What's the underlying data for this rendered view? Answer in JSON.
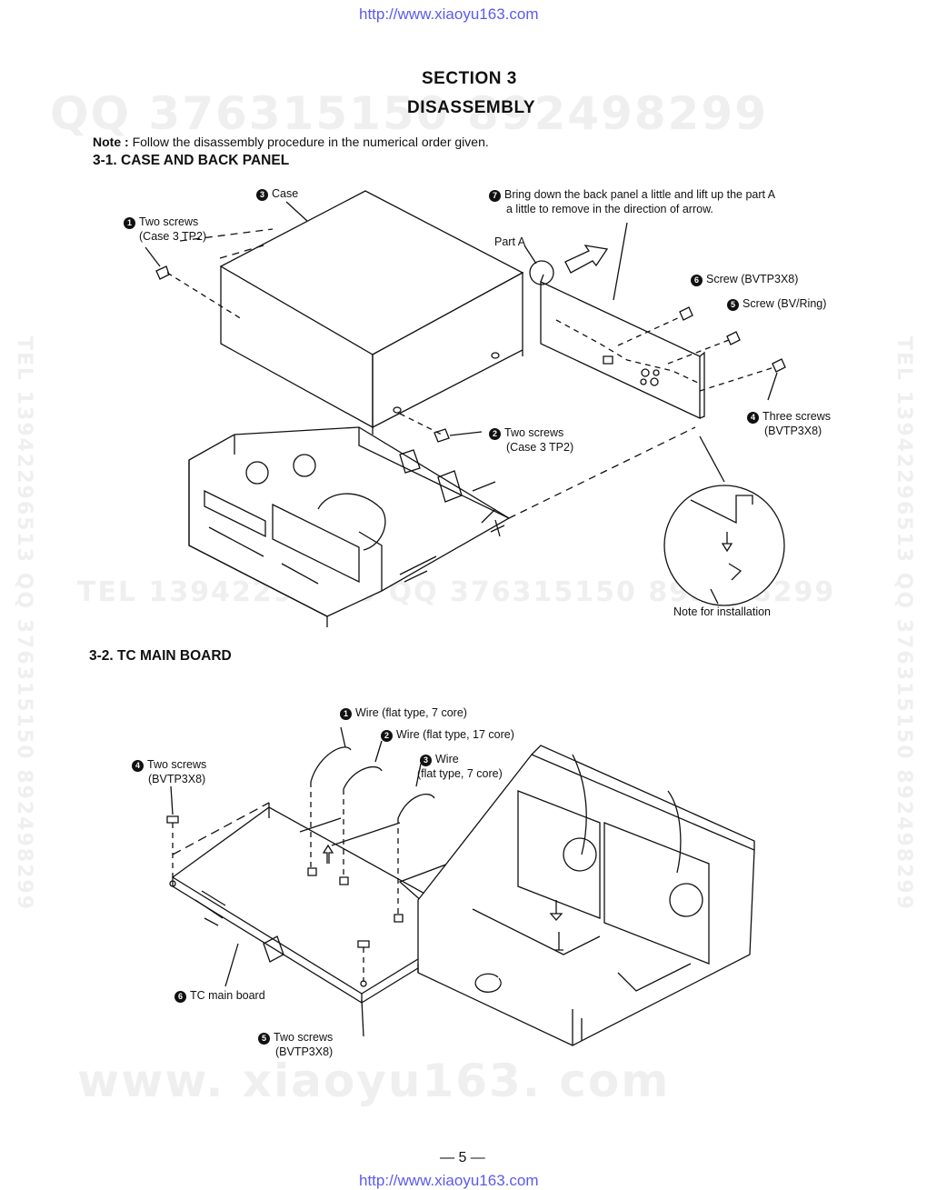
{
  "header_url": "http://www.xiaoyu163.com",
  "footer_url": "http://www.xiaoyu163.com",
  "watermarks": {
    "top": "QQ 376315150   892498299",
    "middle": "TEL 13942296513    QQ 376315150   892498299",
    "bottom": "www. xiaoyu163. com",
    "side": "TEL 13942296513  QQ 376315150  892498299"
  },
  "section": {
    "line1": "SECTION  3",
    "line2": "DISASSEMBLY"
  },
  "note": {
    "label": "Note :",
    "text": "Follow the disassembly procedure in the numerical order given."
  },
  "sec1": {
    "heading": "3-1.  CASE AND BACK PANEL",
    "labels": {
      "case": {
        "n": "3",
        "t": "Case"
      },
      "screws1": {
        "n": "1",
        "t1": "Two screws",
        "t2": "(Case 3 TP2)"
      },
      "screws2": {
        "n": "2",
        "t1": "Two screws",
        "t2": "(Case 3 TP2)"
      },
      "back": {
        "n": "7",
        "t1": "Bring down the back panel a little and lift up the part A",
        "t2": "a little to remove in the direction of arrow."
      },
      "part_a": "Part A",
      "screw6": {
        "n": "6",
        "t": "Screw  (BVTP3X8)"
      },
      "screw5": {
        "n": "5",
        "t": "Screw (BV/Ring)"
      },
      "screw4": {
        "n": "4",
        "t1": "Three screws",
        "t2": "(BVTP3X8)"
      },
      "install": "Note for installation"
    }
  },
  "sec2": {
    "heading": "3-2.  TC MAIN BOARD",
    "labels": {
      "wire1": {
        "n": "1",
        "t": "Wire (flat type, 7 core)"
      },
      "wire2": {
        "n": "2",
        "t": "Wire (flat type, 17 core)"
      },
      "wire3": {
        "n": "3",
        "t1": "Wire",
        "t2": "(flat type, 7 core)"
      },
      "screws4": {
        "n": "4",
        "t1": "Two screws",
        "t2": "(BVTP3X8)"
      },
      "board": {
        "n": "6",
        "t": "TC main board"
      },
      "screws5": {
        "n": "5",
        "t1": "Two screws",
        "t2": "(BVTP3X8)"
      }
    }
  },
  "page_number": "— 5 —"
}
